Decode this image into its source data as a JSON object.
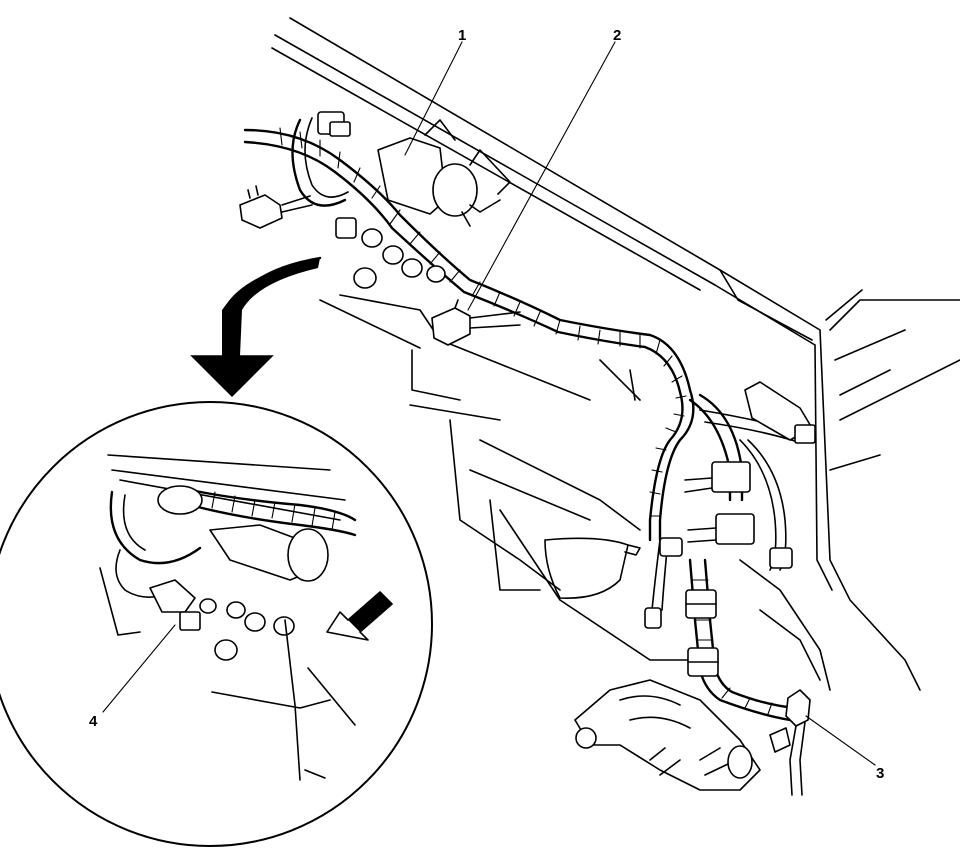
{
  "callouts": [
    {
      "id": "1",
      "label": "1"
    },
    {
      "id": "2",
      "label": "2"
    },
    {
      "id": "3",
      "label": "3"
    },
    {
      "id": "4",
      "label": "4"
    }
  ],
  "icons": {
    "detail_arrow": "curved-arrow-down-icon",
    "view_arrow": "direction-arrow-icon"
  },
  "colors": {
    "line": "#000000",
    "background": "#ffffff"
  }
}
